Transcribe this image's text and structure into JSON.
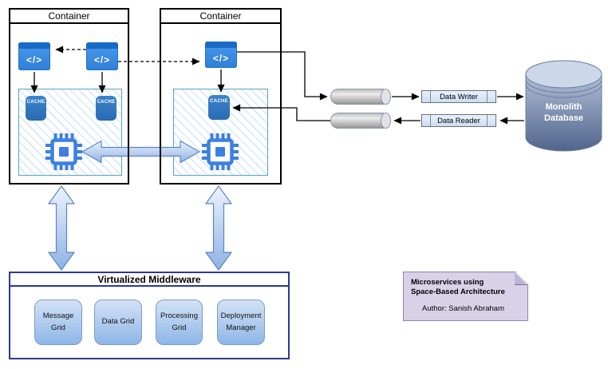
{
  "containers": [
    {
      "title": "Container"
    },
    {
      "title": "Container"
    }
  ],
  "icons": {
    "code_glyph": "</>",
    "cache_label": "CACHE"
  },
  "io": {
    "data_writer": "Data Writer",
    "data_reader": "Data Reader"
  },
  "database": {
    "label": "Monolith Database"
  },
  "middleware": {
    "title": "Virtualized Middleware",
    "grids": [
      {
        "label": "Message Grid"
      },
      {
        "label": "Data Grid"
      },
      {
        "label": "Processing Grid"
      },
      {
        "label": "Deployment Manager"
      }
    ]
  },
  "note": {
    "title_line1": "Microservices using",
    "title_line2": "Space-Based Architecture",
    "author": "Author: Sanish Abraham"
  },
  "colors": {
    "accent_blue": "#3d7fe3",
    "container_border": "#000000",
    "middleware_border": "#2b3a8f",
    "space_border": "#55a3c6",
    "note_fill": "#d8d2e8",
    "note_border": "#8d84b5",
    "grid_fill_top": "#d3e2f6",
    "grid_fill_bottom": "#8fb6e8",
    "db_gradient_top": "#c2cfe4",
    "db_gradient_bottom": "#51648c",
    "block_arrow_fill": "#a9c4ea",
    "block_arrow_border": "#5c85c7"
  }
}
